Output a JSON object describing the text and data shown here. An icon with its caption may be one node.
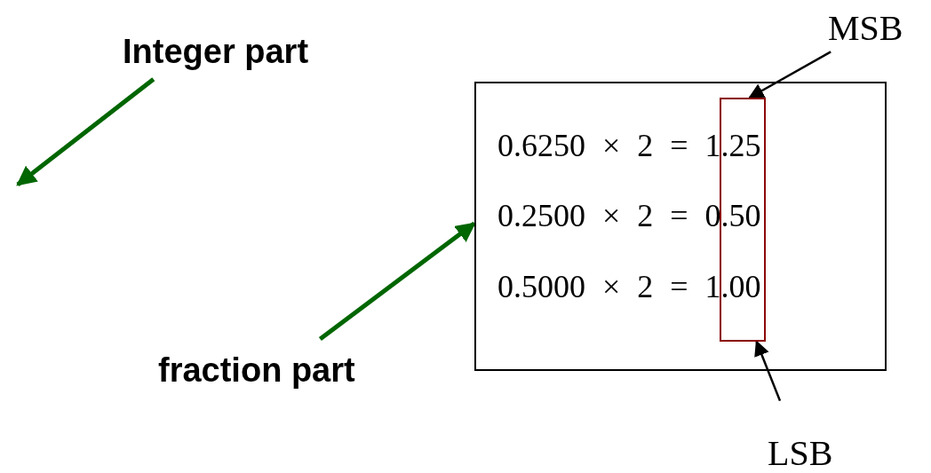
{
  "diagram": {
    "nodes": [
      {
        "text": [
          "MSB"
        ]
      },
      {
        "text": [
          "Integer part"
        ]
      },
      {
        "text": [
          "0.6250 × 2 = 1.25",
          "0.2500 × 2 = 0.50",
          "0.5000 × 2 = 1.00"
        ]
      },
      {
        "text": [],
        "shape": "box",
        "in": 2
      },
      {
        "text": [
          "fraction part"
        ]
      },
      {
        "text": [
          "LSB"
        ]
      }
    ],
    "edges": [
      {
        "from": 0,
        "to": 3,
        "arrow": "to"
      },
      {
        "from": 1,
        "to": null,
        "arrow": "to",
        "style": "thick",
        "color": "#006600"
      },
      {
        "from": 4,
        "to": 2,
        "arrow": "to",
        "style": "thick",
        "color": "#006600"
      },
      {
        "from": 5,
        "to": 3,
        "arrow": "to"
      }
    ]
  }
}
